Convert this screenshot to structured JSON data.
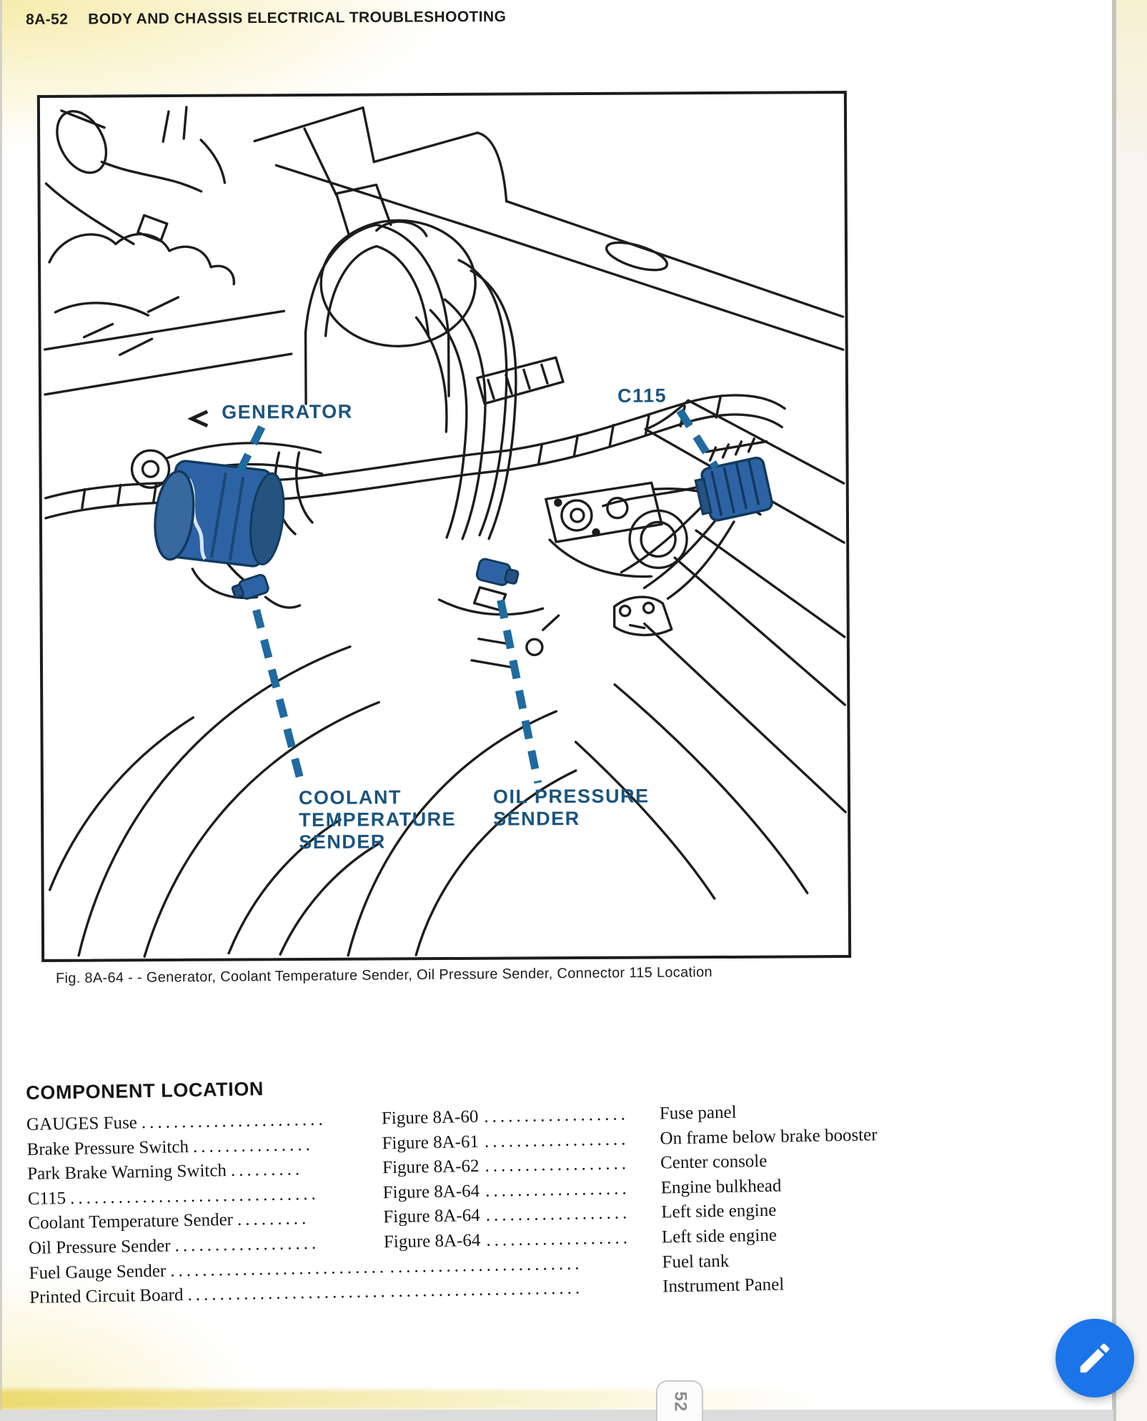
{
  "header": {
    "page_code": "8A-52",
    "title": "BODY AND CHASSIS ELECTRICAL TROUBLESHOOTING"
  },
  "figure": {
    "labels": {
      "generator": "GENERATOR",
      "c115": "C115",
      "coolant": "COOLANT\nTEMPERATURE\nSENDER",
      "oil": "OIL PRESSURE\nSENDER"
    },
    "caption": "Fig. 8A-64 - - Generator, Coolant Temperature Sender, Oil Pressure Sender, Connector 115 Location",
    "callout_blue": "#1f6aa0",
    "highlight_blue": "#2d63a5"
  },
  "component_location": {
    "heading": "COMPONENT LOCATION",
    "rows": [
      {
        "component": "GAUGES Fuse",
        "dots1": ".......................",
        "figure": "Figure 8A-60",
        "dots2": "..................",
        "location": "Fuse panel"
      },
      {
        "component": "Brake Pressure Switch",
        "dots1": "...............",
        "figure": "Figure 8A-61",
        "dots2": "..................",
        "location": "On frame below brake booster"
      },
      {
        "component": "Park Brake Warning Switch",
        "dots1": ".........",
        "figure": "Figure 8A-62",
        "dots2": "..................",
        "location": "Center console"
      },
      {
        "component": "C115",
        "dots1": "...............................",
        "figure": "Figure 8A-64",
        "dots2": "..................",
        "location": "Engine bulkhead"
      },
      {
        "component": "Coolant Temperature Sender",
        "dots1": ".........",
        "figure": "Figure 8A-64",
        "dots2": "..................",
        "location": "Left side engine"
      },
      {
        "component": "Oil Pressure Sender",
        "dots1": "..................",
        "figure": "Figure 8A-64",
        "dots2": "..................",
        "location": "Left side engine"
      },
      {
        "component": "Fuel Gauge Sender",
        "dots1": "......................................",
        "figure": "",
        "dots2": "........................",
        "location": "Fuel tank"
      },
      {
        "component": "Printed Circuit Board",
        "dots1": "......................................",
        "figure": "",
        "dots2": "........................",
        "location": "Instrument Panel"
      }
    ]
  },
  "viewer": {
    "page_indicator": "52",
    "fab_color": "#1b74e8",
    "fab_icon": "pencil-icon"
  }
}
